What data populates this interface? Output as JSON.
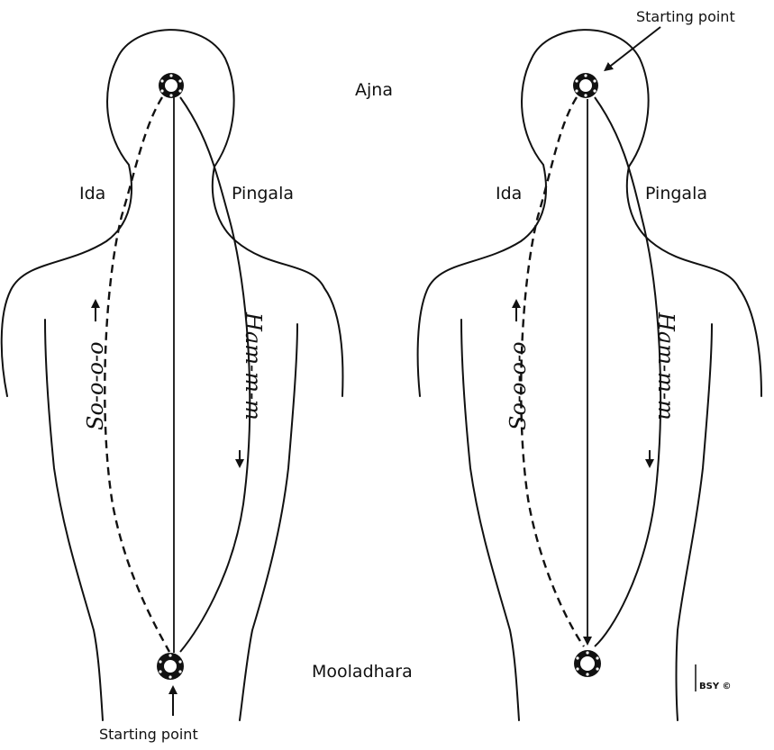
{
  "labels": {
    "ajna": "Ajna",
    "mooladhara": "Mooladhara",
    "starting_point": "Starting point",
    "ida": "Ida",
    "pingala": "Pingala",
    "so": "So-o-o-o",
    "ham": "Ham-m-m",
    "credit": "BSY ©"
  },
  "colors": {
    "ink": "#111111",
    "background": "#ffffff"
  }
}
